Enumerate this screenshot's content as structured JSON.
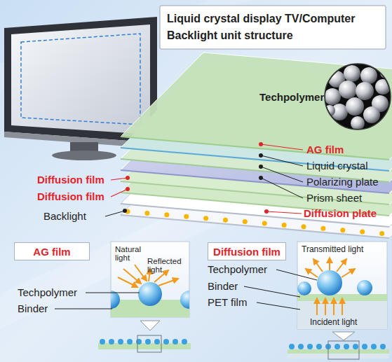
{
  "diagram": {
    "title": "Liquid crystal display TV/Computer Backlight unit structure",
    "nodes": [
      {
        "text": [
          "AG film"
        ]
      },
      {
        "text": [
          "Diffusion film"
        ]
      }
    ],
    "labels": [
      "Techpolymer",
      "AG film",
      "Liquid crystal",
      "Polarizing plate",
      "Prism sheet",
      "Diffusion film",
      "Diffusion film",
      "Backlight",
      "Diffusion plate",
      "Natural light",
      "Reflected light",
      "Techpolymer",
      "Binder",
      "Transmitted light",
      "Techpolymer",
      "Binder",
      "PET film",
      "Incident light"
    ]
  }
}
